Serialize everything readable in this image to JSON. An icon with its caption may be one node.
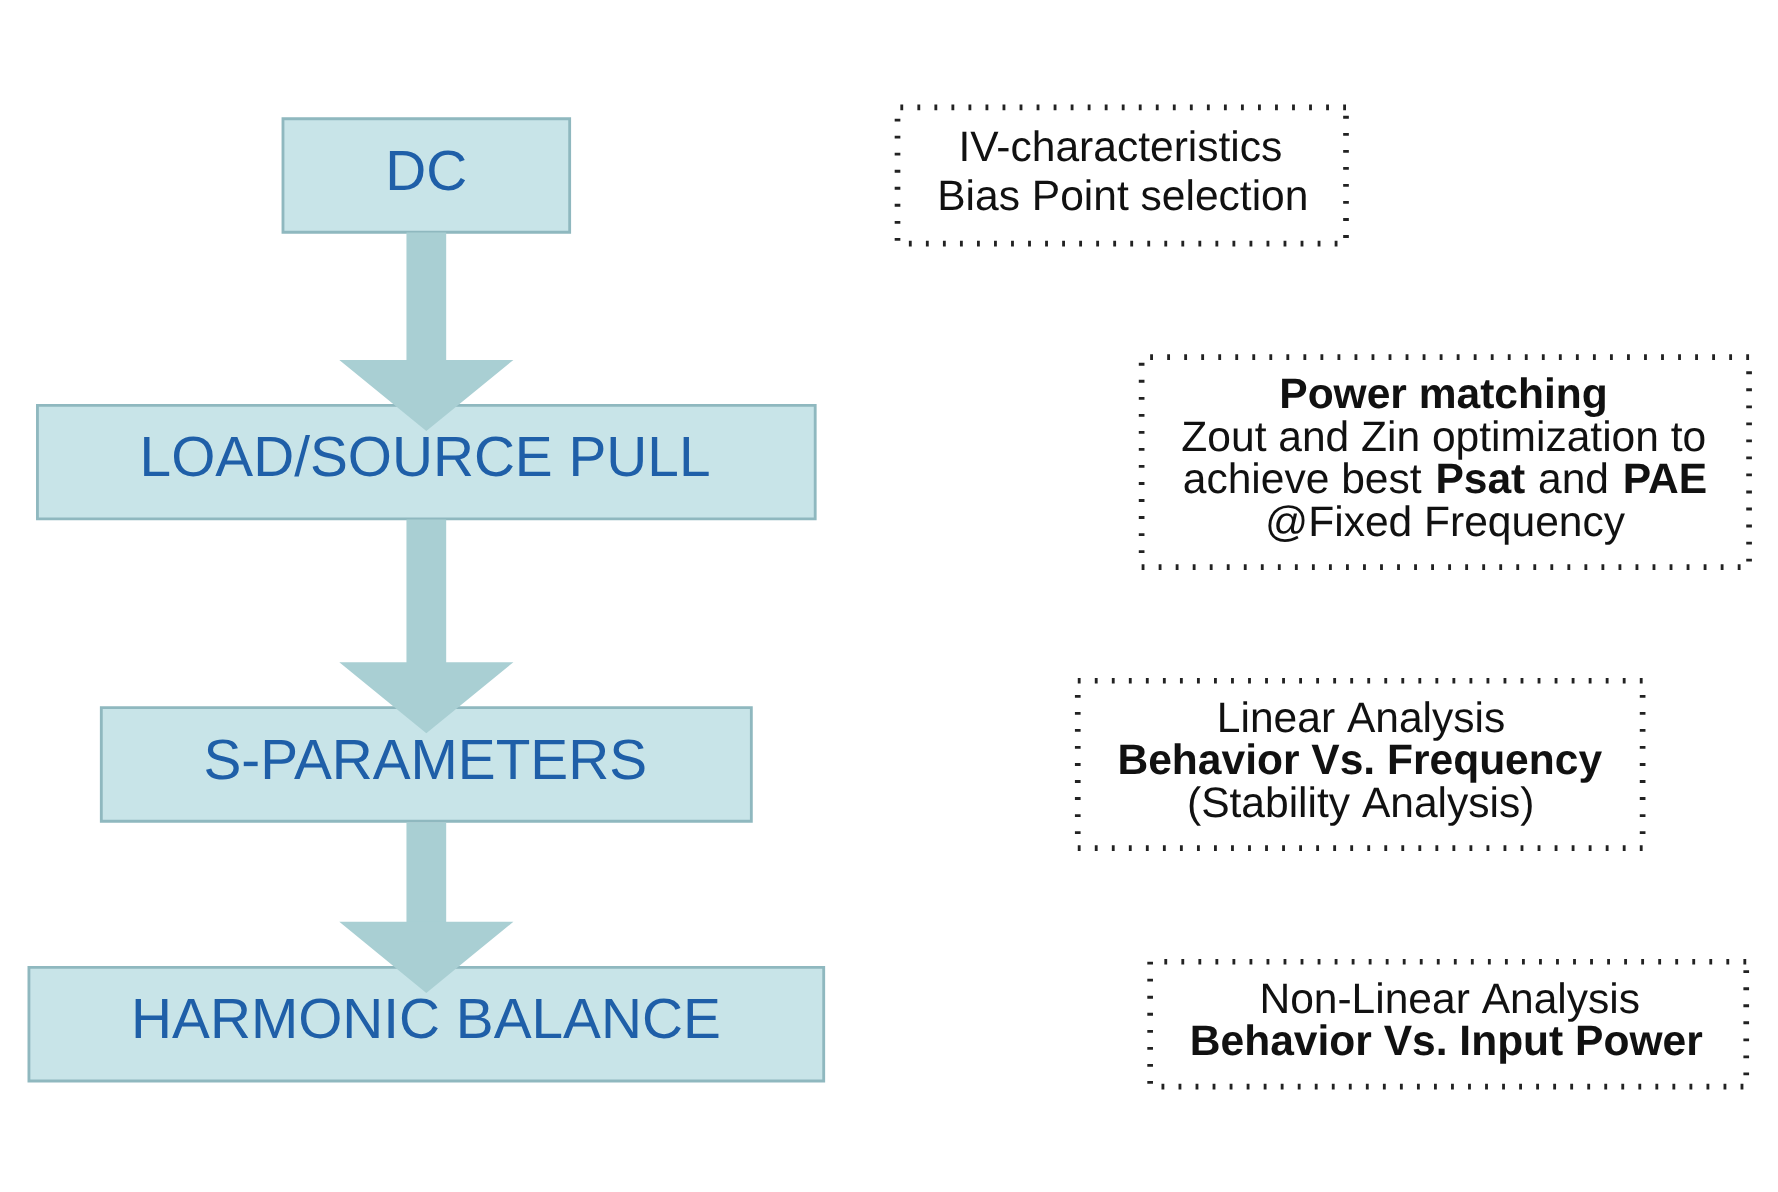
{
  "diagram": {
    "nodes": [
      {
        "text": [
          "DC"
        ]
      },
      {
        "text": [
          "LOAD/SOURCE PULL"
        ]
      },
      {
        "text": [
          "S-PARAMETERS"
        ]
      },
      {
        "text": [
          "HARMONIC BALANCE"
        ]
      },
      {
        "text": [
          "IV-characteristics",
          "Bias Point selection"
        ]
      },
      {
        "text": [
          "Power matching",
          "Zout and Zin optimization to achieve best **Psat** and **PAE** @Fixed Frequency"
        ]
      },
      {
        "text": [
          "Linear Analysis",
          "Behavior Vs. Frequency",
          "(Stability Analysis)"
        ]
      },
      {
        "text": [
          "Non-Linear Analysis",
          "Behavior Vs. Input Power"
        ]
      }
    ],
    "edges": [
      {
        "from": 0,
        "to": 1,
        "arrow": "to"
      },
      {
        "from": 1,
        "to": 2,
        "arrow": "to"
      },
      {
        "from": 2,
        "to": 3,
        "arrow": "to"
      }
    ]
  }
}
